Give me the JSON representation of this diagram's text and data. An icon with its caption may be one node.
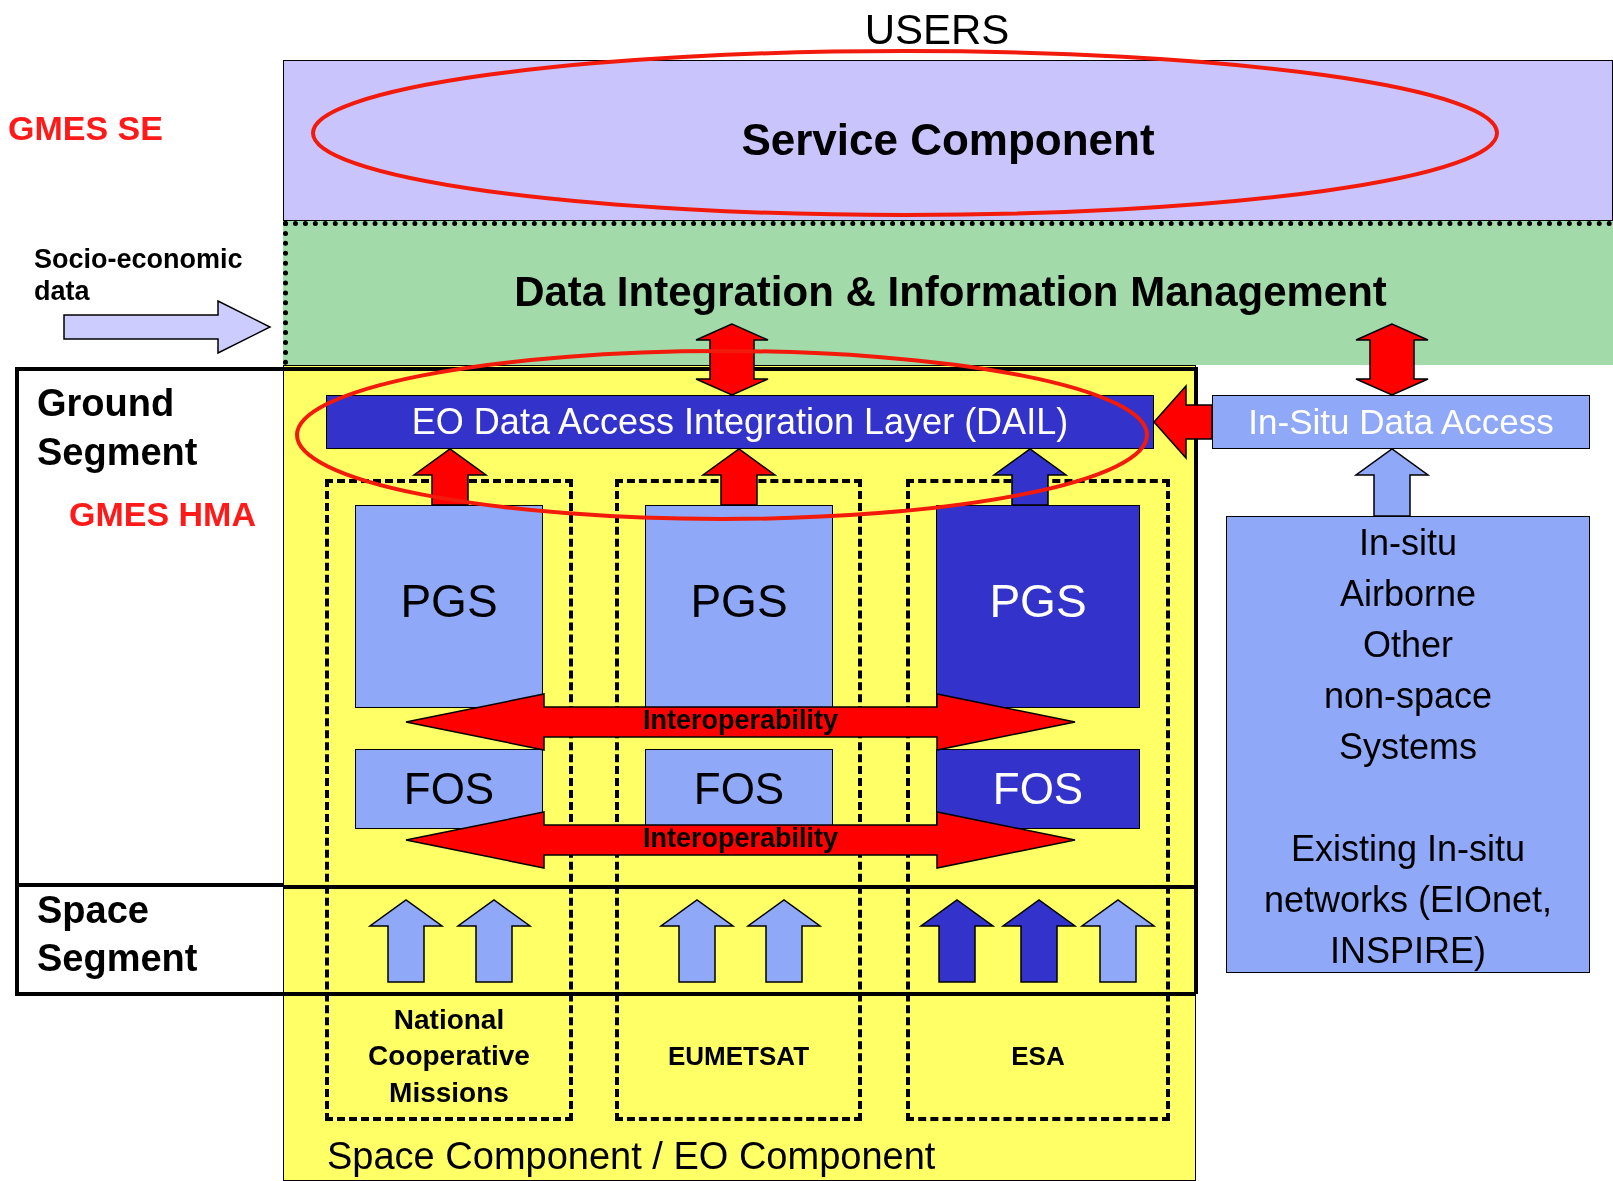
{
  "diagram": {
    "nodes": [
      {
        "text": [
          "Service Component"
        ],
        "beside": [
          "USERS"
        ]
      },
      {
        "text": [
          "Socio-economic data"
        ]
      },
      {
        "text": [
          "Data Integration & Information Management"
        ]
      },
      {
        "text": [
          "Ground Segment",
          "GMES HMA"
        ]
      },
      {
        "text": [
          "Space Component / EO Component"
        ]
      },
      {
        "text": [
          "EO Data Access Integration Layer (DAIL)"
        ],
        "in": 4
      },
      {
        "text": [
          "In-Situ Data Access"
        ]
      },
      {
        "text": [
          "National Cooperative Missions"
        ],
        "in": 4
      },
      {
        "text": [
          "EUMETSAT"
        ],
        "in": 4
      },
      {
        "text": [
          "ESA"
        ],
        "in": 4
      },
      {
        "text": [
          "PGS"
        ],
        "in": 7
      },
      {
        "text": [
          "PGS"
        ],
        "in": 8
      },
      {
        "text": [
          "PGS"
        ],
        "in": 9
      },
      {
        "text": [
          "FOS"
        ],
        "in": 7
      },
      {
        "text": [
          "FOS"
        ],
        "in": 8
      },
      {
        "text": [
          "FOS"
        ],
        "in": 9
      },
      {
        "text": [
          "In-situ Airborne Other non-space Systems",
          "Existing In-situ networks (EIOnet, INSPIRE)"
        ]
      },
      {
        "text": [
          "Space Segment"
        ]
      }
    ],
    "edges": [
      {
        "from": 2,
        "to": 5,
        "arrow": "both"
      },
      {
        "from": 2,
        "to": 6,
        "arrow": "both"
      },
      {
        "from": 10,
        "to": 5,
        "arrow": "to"
      },
      {
        "from": 11,
        "to": 5,
        "arrow": "to"
      },
      {
        "from": 12,
        "to": 5,
        "arrow": "to",
        "color": "#3333cc"
      },
      {
        "from": 6,
        "to": 5,
        "arrow": "to"
      },
      {
        "from": 16,
        "to": 6,
        "arrow": "to",
        "color": "#8fa8f8"
      },
      {
        "from": 1,
        "to": 2,
        "arrow": "to",
        "color": "#ccccff"
      },
      {
        "from": 10,
        "to": 12,
        "arrow": "both",
        "label": "Interoperability"
      },
      {
        "from": 13,
        "to": 15,
        "arrow": "both",
        "label": "Interoperability"
      }
    ],
    "labels": [
      "GMES SE"
    ]
  }
}
